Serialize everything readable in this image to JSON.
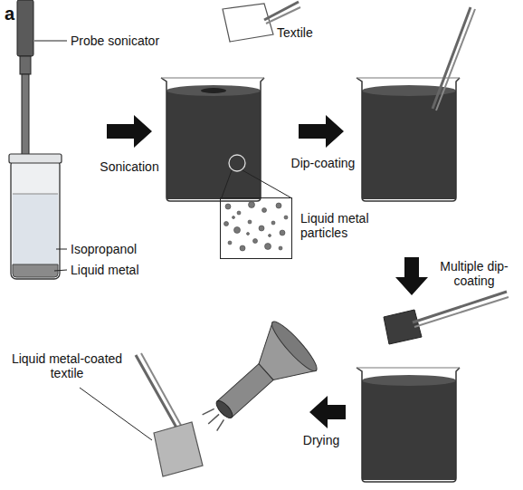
{
  "diagram": {
    "nodes": [
      {
        "text": [
          "Liquid metal particles"
        ]
      }
    ],
    "labels": [
      "a",
      "Probe sonicator",
      "Textile",
      "Sonication",
      "Isopropanol",
      "Liquid metal",
      "Dip-coating",
      "Multiple dip-coating",
      "Liquid metal-coated textile",
      "Drying"
    ]
  }
}
